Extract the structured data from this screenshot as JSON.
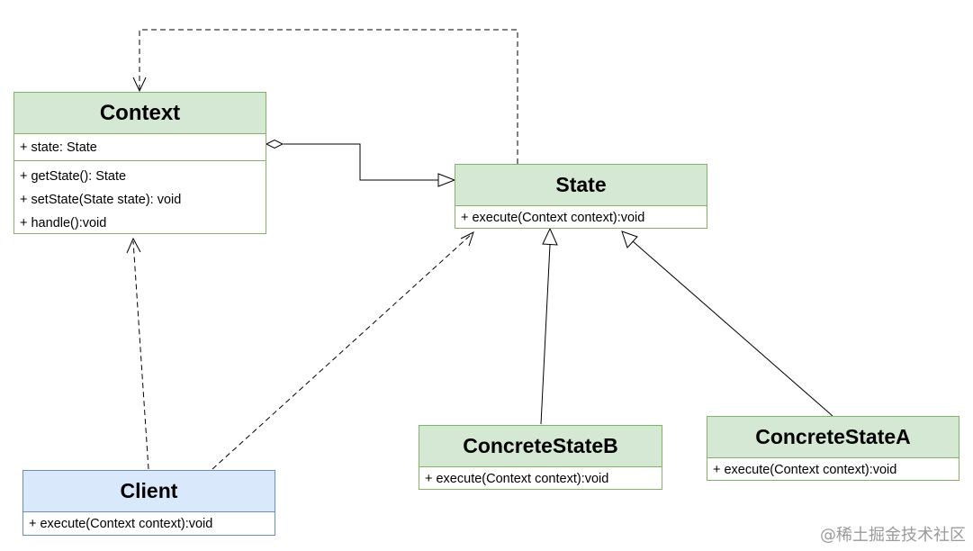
{
  "context": {
    "name": "Context",
    "attributes": [
      "+ state: State"
    ],
    "operations": [
      "+ getState(): State",
      "+ setState(State state): void",
      "+ handle():void"
    ]
  },
  "state": {
    "name": "State",
    "operations": [
      "+ execute(Context context):void"
    ]
  },
  "concrete_state_b": {
    "name": "ConcreteStateB",
    "operations": [
      "+ execute(Context context):void"
    ]
  },
  "concrete_state_a": {
    "name": "ConcreteStateA",
    "operations": [
      "+ execute(Context context):void"
    ]
  },
  "client": {
    "name": "Client",
    "operations": [
      "+ execute(Context context):void"
    ]
  },
  "relations": [
    {
      "from": "Context",
      "to": "State",
      "type": "aggregation"
    },
    {
      "from": "State",
      "to": "Context",
      "type": "dependency"
    },
    {
      "from": "Client",
      "to": "Context",
      "type": "dependency"
    },
    {
      "from": "Client",
      "to": "State",
      "type": "dependency"
    },
    {
      "from": "ConcreteStateB",
      "to": "State",
      "type": "generalization"
    },
    {
      "from": "ConcreteStateA",
      "to": "State",
      "type": "generalization"
    }
  ],
  "watermark": "@稀土掘金技术社区",
  "colors": {
    "class_fill": "#d5e8d4",
    "class_border": "#82b366",
    "client_fill": "#dae8fc",
    "client_border": "#6c8ebf"
  }
}
